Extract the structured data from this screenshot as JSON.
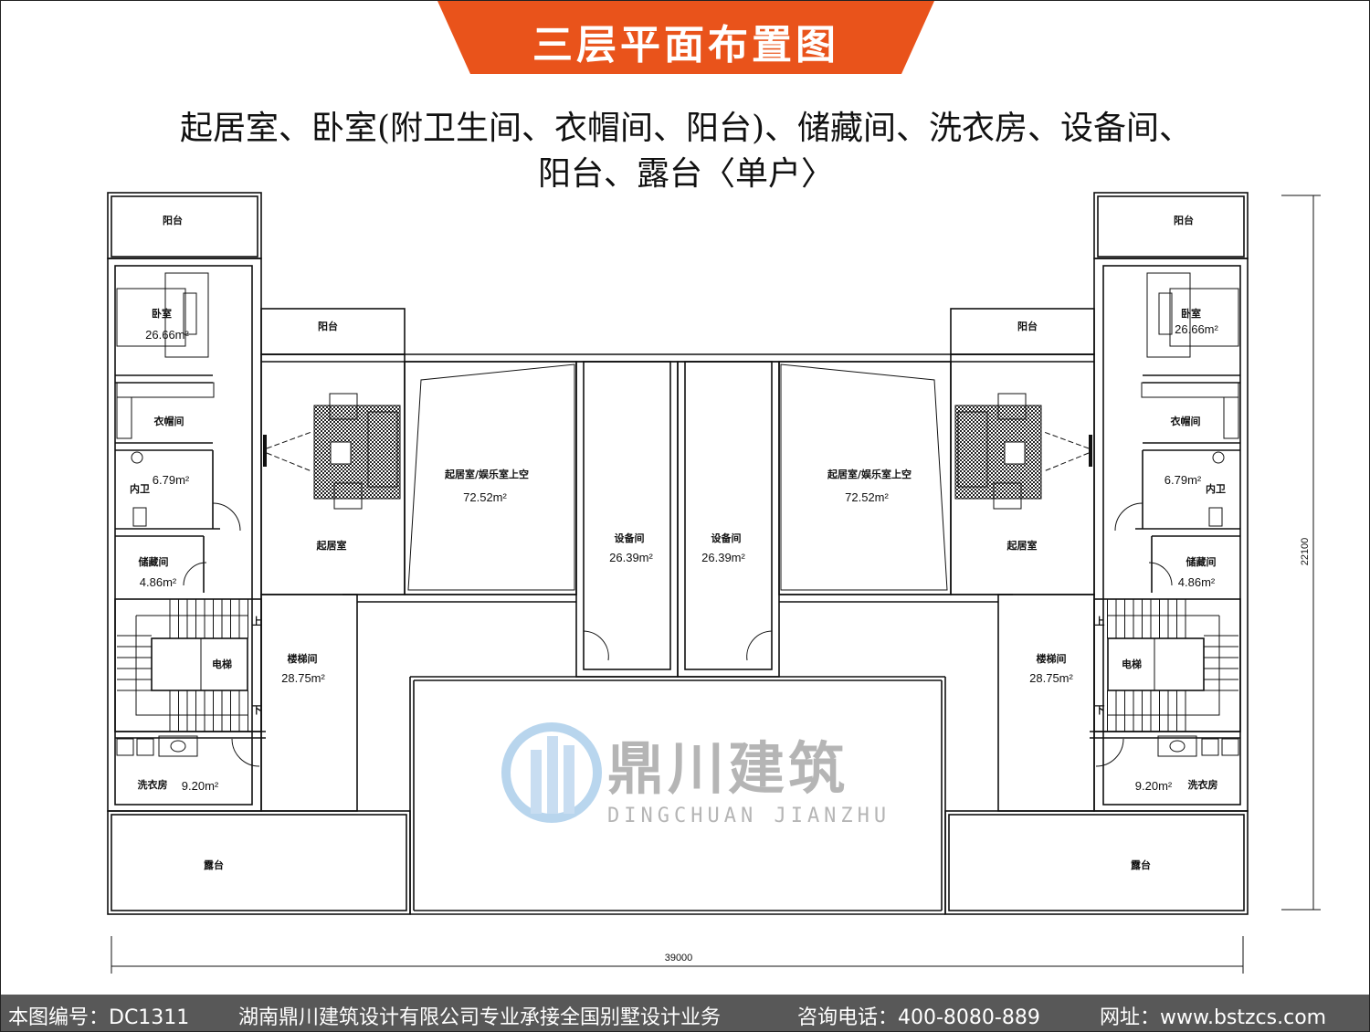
{
  "header": {
    "title": "三层平面布置图",
    "subtitle_line1": "起居室、卧室(附卫生间、衣帽间、阳台)、储藏间、洗衣房、设备间、",
    "subtitle_line2": "阳台、露台〈单户〉",
    "accent_color": "#e9531b"
  },
  "rooms": {
    "balcony": "阳台",
    "bedroom": "卧室",
    "wardrobe": "衣帽间",
    "bathroom": "内卫",
    "storage": "储藏间",
    "living": "起居室",
    "void": "起居室/娱乐室上空",
    "equipment": "设备间",
    "elevator": "电梯",
    "stairwell": "楼梯间",
    "up": "上",
    "down": "下",
    "laundry": "洗衣房",
    "terrace": "露台"
  },
  "areas": {
    "bedroom": "26.66m²",
    "bathroom": "6.79m²",
    "storage": "4.86m²",
    "void": "72.52m²",
    "equipment": "26.39m²",
    "stairwell": "28.75m²",
    "laundry": "9.20m²"
  },
  "dimensions": {
    "width": "39000",
    "depth": "22100"
  },
  "watermark": {
    "cn": "鼎川建筑",
    "en": "DINGCHUAN JIANZHU"
  },
  "footer": {
    "code": "本图编号：DC1311",
    "company": "湖南鼎川建筑设计有限公司专业承接全国别墅设计业务",
    "phone": "咨询电话：400-8080-889",
    "website": "网址：www.bstzcs.com"
  }
}
